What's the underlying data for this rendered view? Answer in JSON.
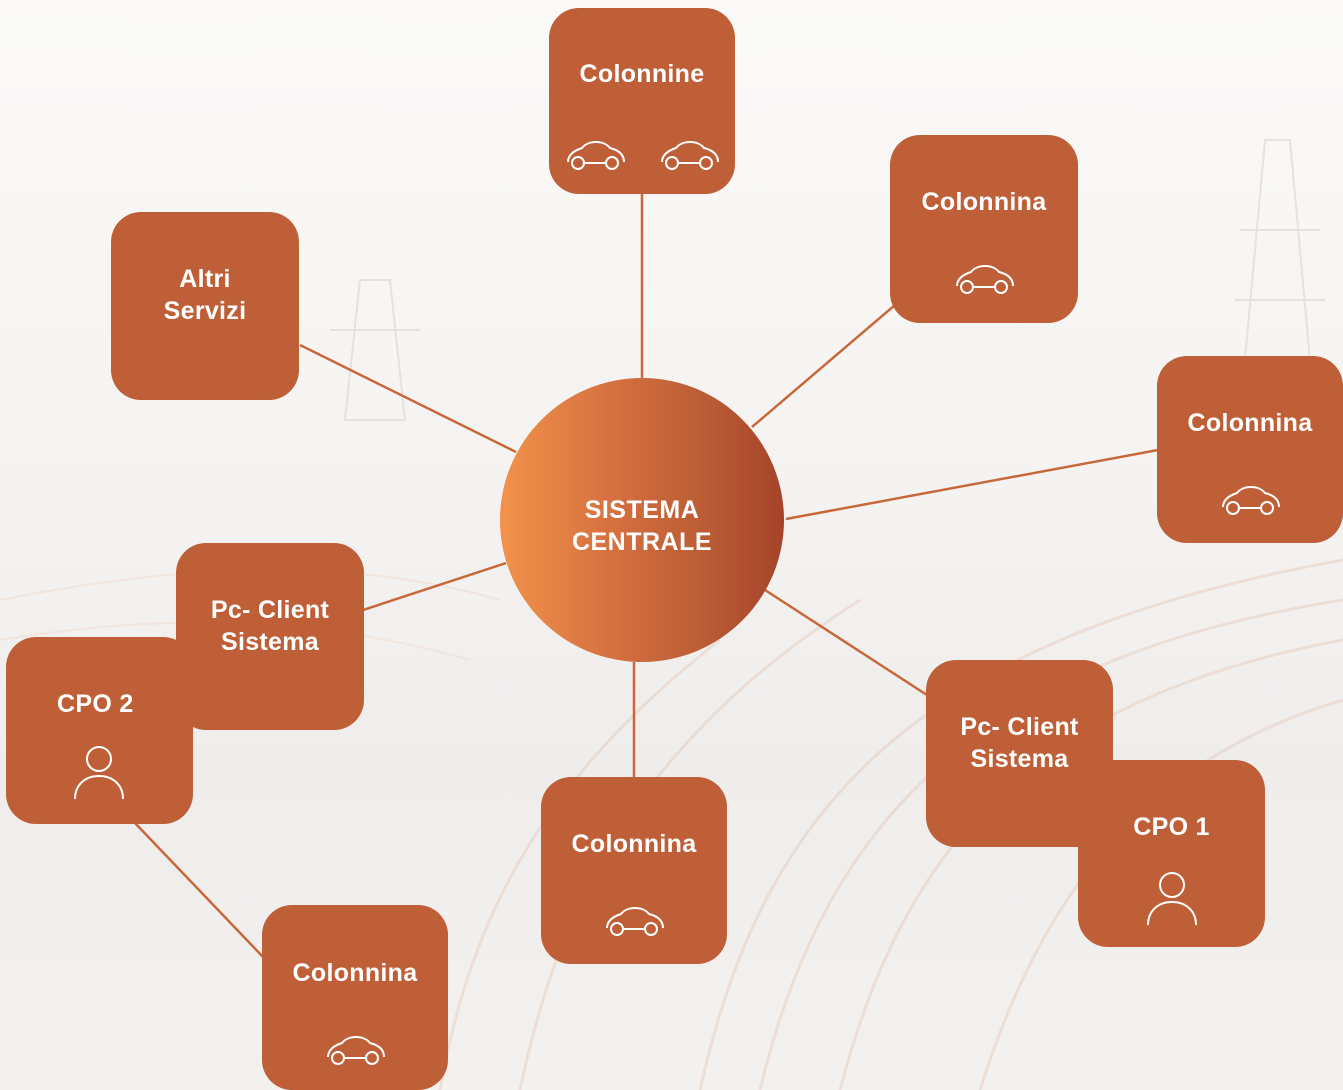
{
  "diagram": {
    "center": {
      "line1": "SISTEMA",
      "line2": "CENTRALE"
    },
    "nodes": {
      "colonnine_top": {
        "label": "Colonnine",
        "icons": [
          "car-icon",
          "car-icon"
        ]
      },
      "colonnina_top_right": {
        "label": "Colonnina",
        "icons": [
          "car-icon"
        ]
      },
      "colonnina_right": {
        "label": "Colonnina",
        "icons": [
          "car-icon"
        ]
      },
      "altri_servizi": {
        "line1": "Altri",
        "line2": "Servizi"
      },
      "pc_client_left": {
        "line1": "Pc- Client",
        "line2": "Sistema"
      },
      "cpo2": {
        "label": "CPO 2",
        "icons": [
          "user-icon"
        ]
      },
      "pc_client_right": {
        "line1": "Pc- Client",
        "line2": "Sistema"
      },
      "cpo1": {
        "label": "CPO 1",
        "icons": [
          "user-icon"
        ]
      },
      "colonnina_bottom": {
        "label": "Colonnina",
        "icons": [
          "car-icon"
        ]
      },
      "colonnina_bottom_left": {
        "label": "Colonnina",
        "icons": [
          "car-icon"
        ]
      }
    },
    "colors": {
      "box": "#bf5f37",
      "line": "#c8683a",
      "center_gradient": [
        "#f2924a",
        "#a6432a"
      ]
    }
  }
}
